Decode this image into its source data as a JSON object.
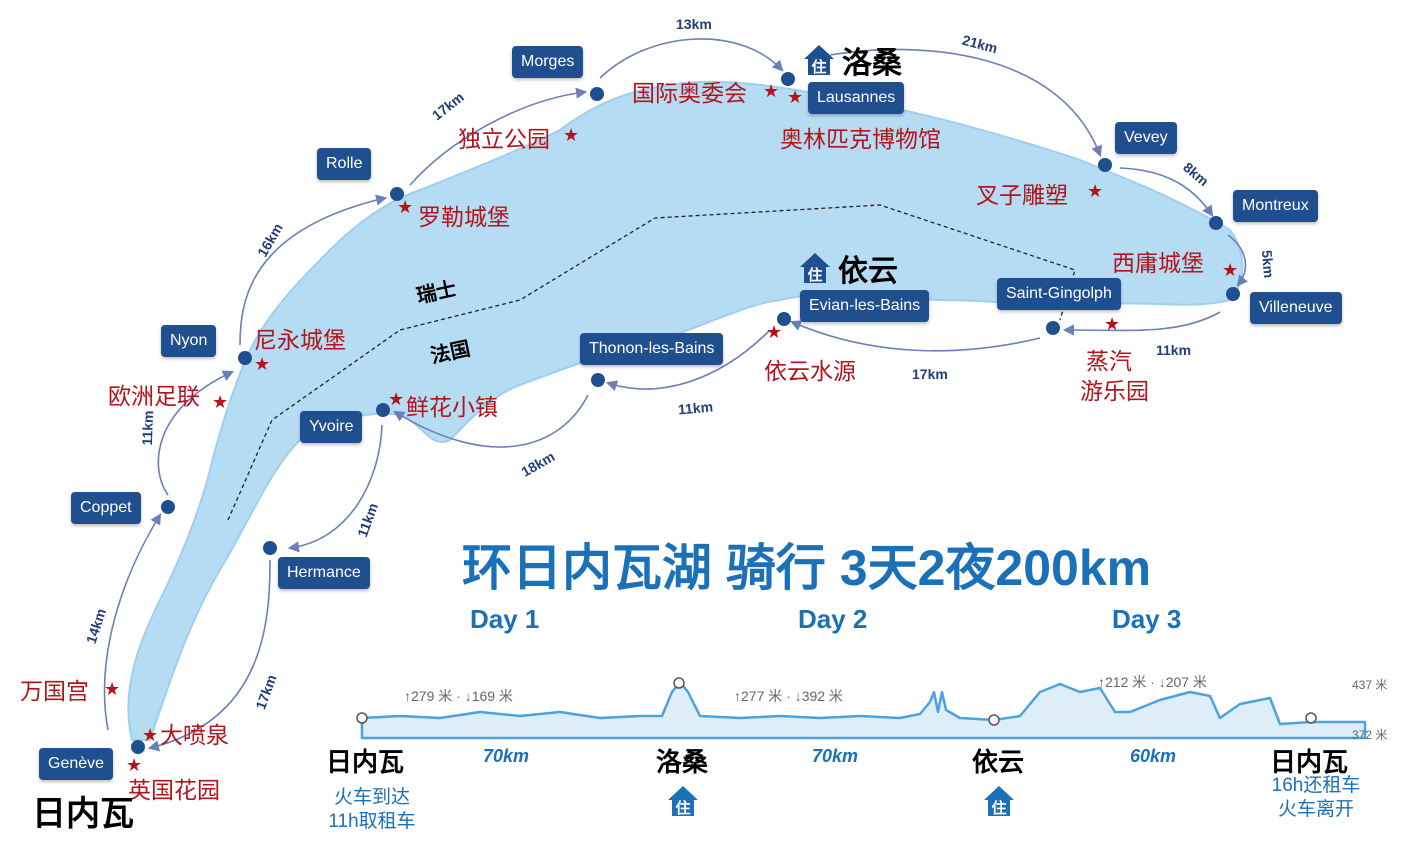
{
  "title": "环日内瓦湖 骑行 3天2夜200km",
  "colors": {
    "lake": "#b6dcf3",
    "label_bg": "#1f4f8e",
    "poi": "#b3141b",
    "accent": "#1a71b8"
  },
  "towns": {
    "geneve": "Genève",
    "coppet": "Coppet",
    "nyon": "Nyon",
    "rolle": "Rolle",
    "morges": "Morges",
    "lausanne": "Lausannes",
    "vevey": "Vevey",
    "montreux": "Montreux",
    "villeneuve": "Villeneuve",
    "saint_gingolph": "Saint-Gingolph",
    "evian": "Evian-les-Bains",
    "thonon": "Thonon-les-Bains",
    "yvoire": "Yvoire",
    "hermance": "Hermance"
  },
  "distances": {
    "geneve_coppet": "14km",
    "coppet_nyon": "11km",
    "nyon_rolle": "16km",
    "rolle_morges": "17km",
    "morges_lausanne": "13km",
    "lausanne_vevey": "21km",
    "vevey_montreux": "8km",
    "montreux_villeneuve": "5km",
    "villeneuve_stgingolph": "11km",
    "stgingolph_evian": "17km",
    "evian_thonon": "11km",
    "thonon_yvoire": "18km",
    "yvoire_hermance": "11km",
    "hermance_geneve": "17km"
  },
  "pois": {
    "wanguogong": "万国宫",
    "dapenquan": "大喷泉",
    "yingguohuayuan": "英国花园",
    "ouzhouzulian": "欧洲足联",
    "niyongchengbao": "尼永城堡",
    "luolechengbao": "罗勒城堡",
    "duligongyuan": "独立公园",
    "guojiaoweihui": "国际奥委会",
    "aolinpike": "奥林匹克博物馆",
    "chazidiaosu": "叉子雕塑",
    "xiyongchengbao": "西庸城堡",
    "zhengqi_1": "蒸汽",
    "zhengqi_2": "游乐园",
    "yiyunshuiyuan": "依云水源",
    "xianhuaxiaozhen": "鲜花小镇"
  },
  "countries": {
    "swiss": "瑞士",
    "france": "法国"
  },
  "hotels": {
    "lausanne": "洛桑",
    "evian": "依云",
    "icon_char": "住"
  },
  "start_city": "日内瓦",
  "days": [
    "Day 1",
    "Day 2",
    "Day 3"
  ],
  "profile": {
    "stops": [
      "日内瓦",
      "洛桑",
      "依云",
      "日内瓦"
    ],
    "segments": [
      "70km",
      "70km",
      "60km"
    ],
    "stats": [
      "↑279 米 · ↓169 米",
      "↑277 米 · ↓392 米",
      "↑212 米 · ↓207 米"
    ],
    "elev_max": "437 米",
    "elev_min": "372 米",
    "start_note_1": "火车到达",
    "start_note_2": "11h取租车",
    "end_note_1": "16h还租车",
    "end_note_2": "火车离开"
  }
}
